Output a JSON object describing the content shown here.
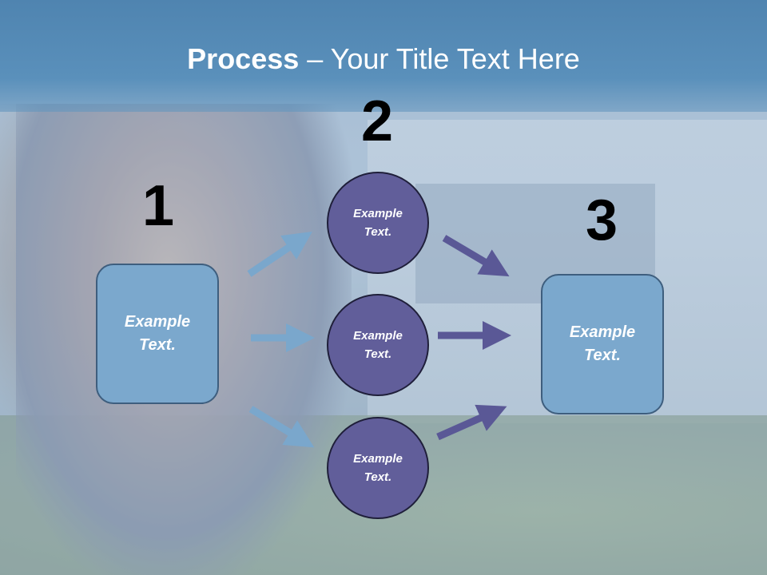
{
  "title": {
    "bold": "Process",
    "rest": " – Your Title Text Here"
  },
  "numbers": [
    "1",
    "2",
    "3"
  ],
  "left_box": {
    "label": "Example\nText."
  },
  "right_box": {
    "label": "Example\nText."
  },
  "circles": [
    {
      "label": "Example\nText."
    },
    {
      "label": "Example\nText."
    },
    {
      "label": "Example\nText."
    }
  ],
  "colors": {
    "box_fill": "#7ba8cd",
    "circle_fill": "#615e9a",
    "arrow_left": "#7aa7cc",
    "arrow_right": "#5a5896",
    "title_band": "#4f84b0"
  }
}
